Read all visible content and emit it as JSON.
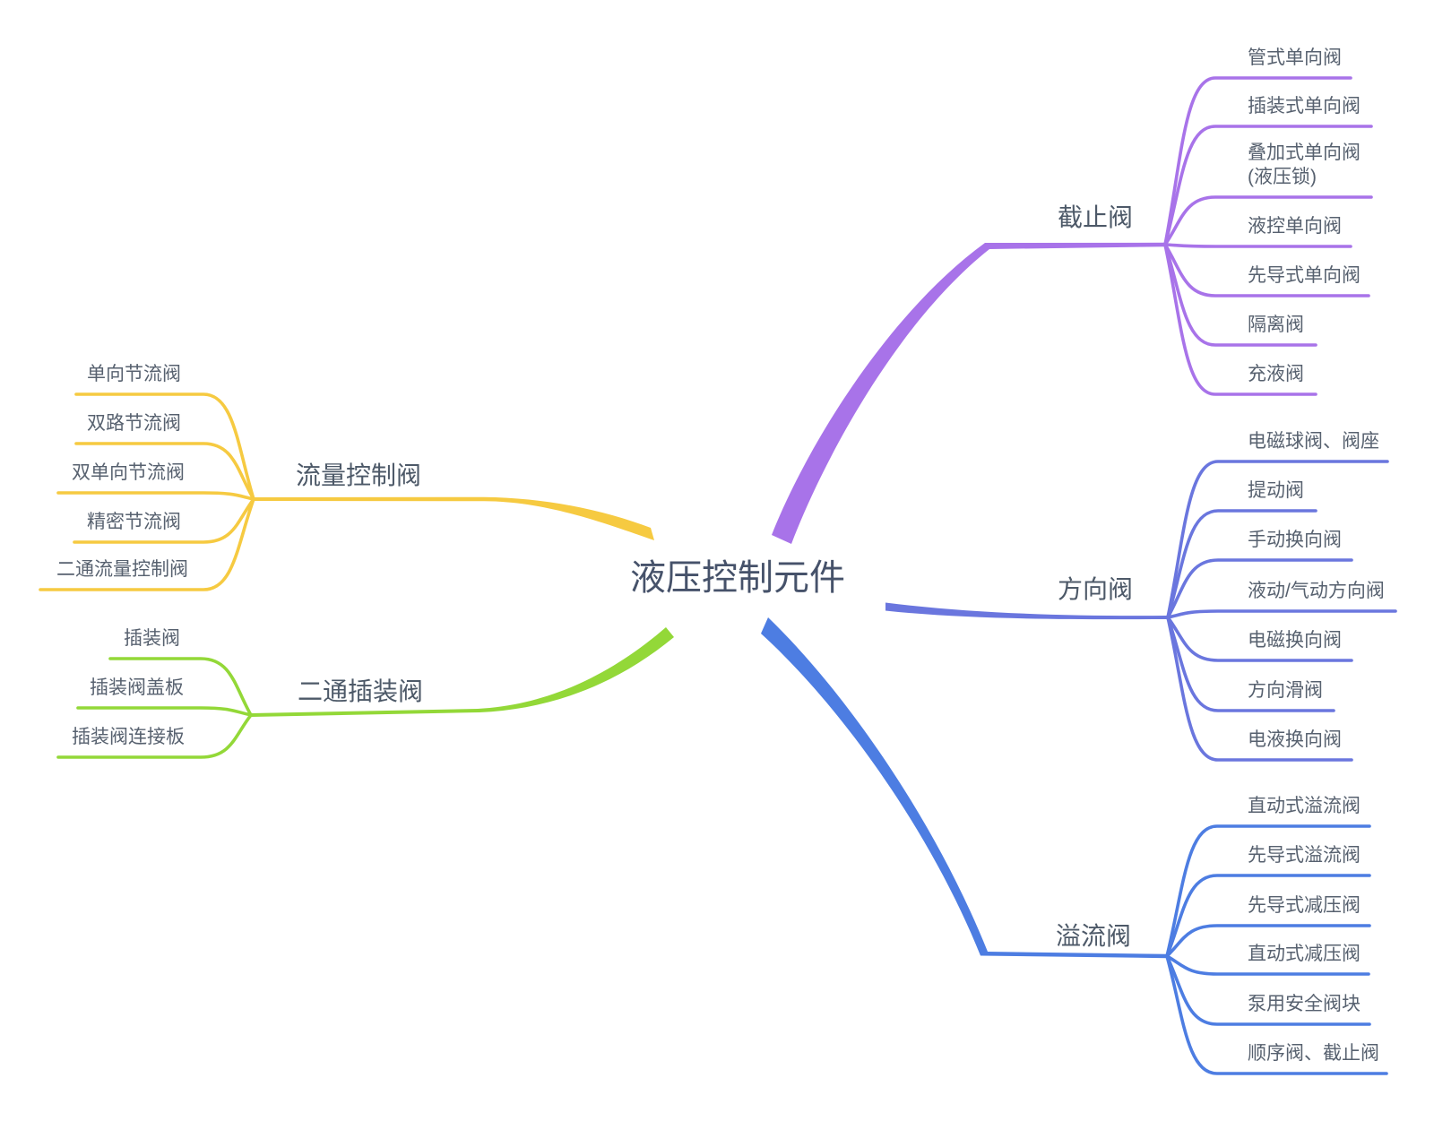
{
  "central": {
    "label": "液压控制元件"
  },
  "branches": [
    {
      "label": "截止阀",
      "color": "#a873e9",
      "children": [
        {
          "label": "管式单向阀"
        },
        {
          "label": "插装式单向阀"
        },
        {
          "label": "叠加式单向阀\n(液压锁)"
        },
        {
          "label": "液控单向阀"
        },
        {
          "label": "先导式单向阀"
        },
        {
          "label": "隔离阀"
        },
        {
          "label": "充液阀"
        }
      ]
    },
    {
      "label": "方向阀",
      "color": "#6a76de",
      "children": [
        {
          "label": "电磁球阀、阀座"
        },
        {
          "label": "提动阀"
        },
        {
          "label": "手动换向阀"
        },
        {
          "label": "液动/气动方向阀"
        },
        {
          "label": "电磁换向阀"
        },
        {
          "label": "方向滑阀"
        },
        {
          "label": "电液换向阀"
        }
      ]
    },
    {
      "label": "溢流阀",
      "color": "#4d7de2",
      "children": [
        {
          "label": "直动式溢流阀"
        },
        {
          "label": "先导式溢流阀"
        },
        {
          "label": "先导式减压阀"
        },
        {
          "label": "直动式减压阀"
        },
        {
          "label": "泵用安全阀块"
        },
        {
          "label": "顺序阀、截止阀"
        }
      ]
    },
    {
      "label": "流量控制阀",
      "color": "#f6ca41",
      "children": [
        {
          "label": "单向节流阀"
        },
        {
          "label": "双路节流阀"
        },
        {
          "label": "双单向节流阀"
        },
        {
          "label": "精密节流阀"
        },
        {
          "label": "二通流量控制阀"
        }
      ]
    },
    {
      "label": "二通插装阀",
      "color": "#93d838",
      "children": [
        {
          "label": "插装阀"
        },
        {
          "label": "插装阀盖板"
        },
        {
          "label": "插装阀连接板"
        }
      ]
    }
  ]
}
